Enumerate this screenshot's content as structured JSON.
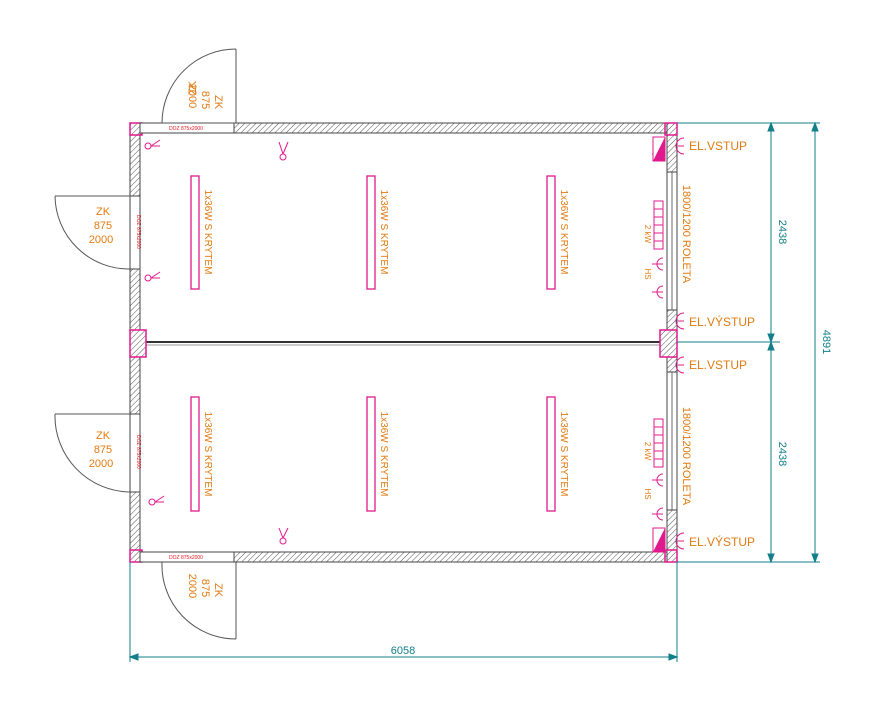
{
  "doors": {
    "code": "ZK",
    "width": "875",
    "height": "2000"
  },
  "windows": {
    "top_label": "DOZ 875x2000",
    "bottom_label": "DOZ 875x2000",
    "left_top_label": "DOZ 875x2000",
    "left_bottom_label": "DOZ 875x2000"
  },
  "lights": {
    "label": "1x36W S KRYTEM"
  },
  "heater": {
    "power": "2 kW",
    "code": "HS"
  },
  "shutter": {
    "label": "1800/1200 ROLETA"
  },
  "electric": {
    "inlet": "EL.VSTUP",
    "outlet": "EL.VÝSTUP"
  },
  "dimensions": {
    "width": "6058",
    "height_total": "4891",
    "height_half_top": "2438",
    "height_half_bottom": "2438"
  },
  "colors": {
    "wall": "#444444",
    "accent": "#e0198c",
    "label": "#e07b12",
    "dimension": "#127f8a",
    "window_text": "#e8141e"
  }
}
